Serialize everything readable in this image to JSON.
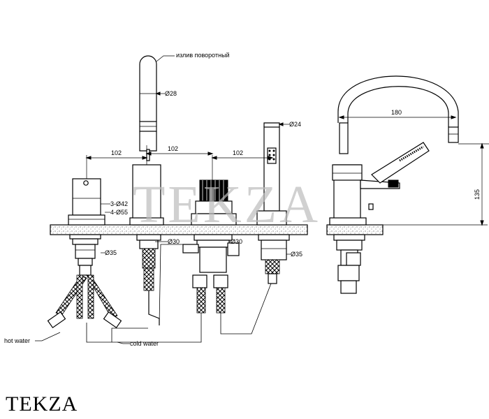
{
  "watermark": "TEKZA",
  "brand": "TEKZA",
  "labels": {
    "spout_note": "излив поворотный",
    "d28": "Ø28",
    "d24": "Ø24",
    "dim_102_a": "102",
    "dim_102_b": "102",
    "dim_102_c": "102",
    "d42": "3-Ø42",
    "d55": "4-Ø55",
    "d35_left": "Ø35",
    "d30_a": "Ø30",
    "d30_b": "Ø30",
    "d35_right": "Ø35",
    "hot_water": "hot water",
    "cold_water": "cold water",
    "dim_180": "180",
    "dim_135": "135"
  }
}
